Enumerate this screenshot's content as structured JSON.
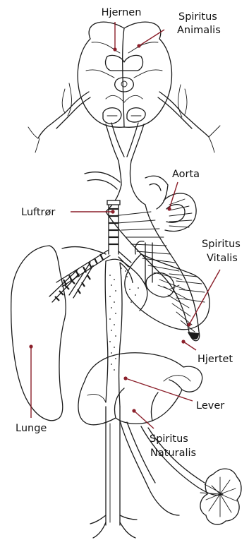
{
  "labels": {
    "hjernen": "Hjernen",
    "spiritus_animalis_1": "Spiritus",
    "spiritus_animalis_2": "Animalis",
    "aorta": "Aorta",
    "luftror": "Luftrør",
    "spiritus_vitalis_1": "Spiritus",
    "spiritus_vitalis_2": "Vitalis",
    "hjertet": "Hjertet",
    "lever": "Lever",
    "lunge": "Lunge",
    "spiritus_naturalis_1": "Spiritus",
    "spiritus_naturalis_2": "Naturalis"
  },
  "colors": {
    "leader": "#8b1f2a",
    "ink": "#1a1a1a",
    "background": "#ffffff"
  }
}
